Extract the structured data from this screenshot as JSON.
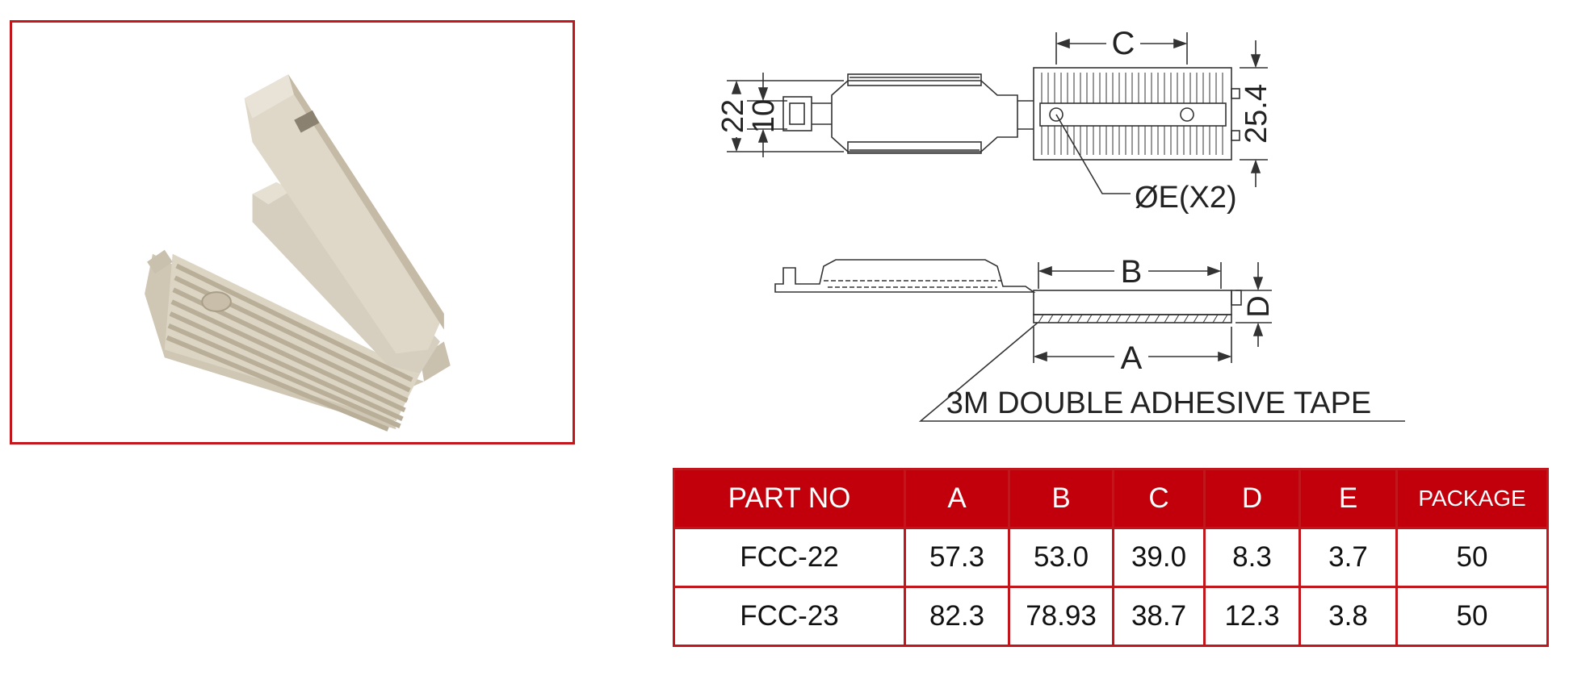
{
  "drawing": {
    "labels": {
      "c": "C",
      "b": "B",
      "a": "A",
      "d": "D",
      "dim22": "22",
      "dim10": "10",
      "dim254": "25.4",
      "hole": "ØE(X2)",
      "tape": "3M  DOUBLE  ADHESIVE  TAPE"
    }
  },
  "table": {
    "headers": [
      "PART NO",
      "A",
      "B",
      "C",
      "D",
      "E",
      "PACKAGE"
    ],
    "rows": [
      [
        "FCC-22",
        "57.3",
        "53.0",
        "39.0",
        "8.3",
        "3.7",
        "50"
      ],
      [
        "FCC-23",
        "82.3",
        "78.93",
        "38.7",
        "12.3",
        "3.8",
        "50"
      ]
    ]
  },
  "colors": {
    "accent": "#c1000b",
    "frame": "#c0161c",
    "part": "#d9d2c3"
  }
}
